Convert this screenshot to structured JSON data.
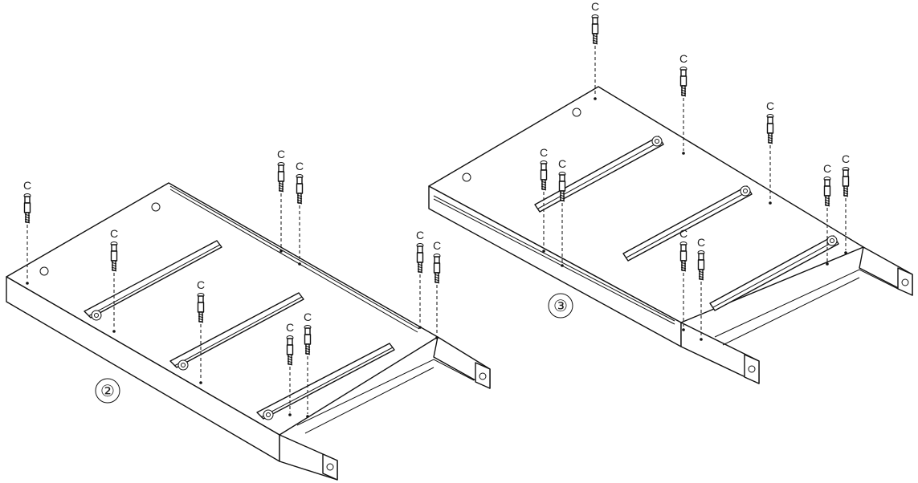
{
  "steps": [
    {
      "number": "②",
      "fastener_label": "C"
    },
    {
      "number": "③",
      "fastener_label": "C"
    }
  ],
  "colors": {
    "line": "#111111",
    "background": "#ffffff"
  }
}
